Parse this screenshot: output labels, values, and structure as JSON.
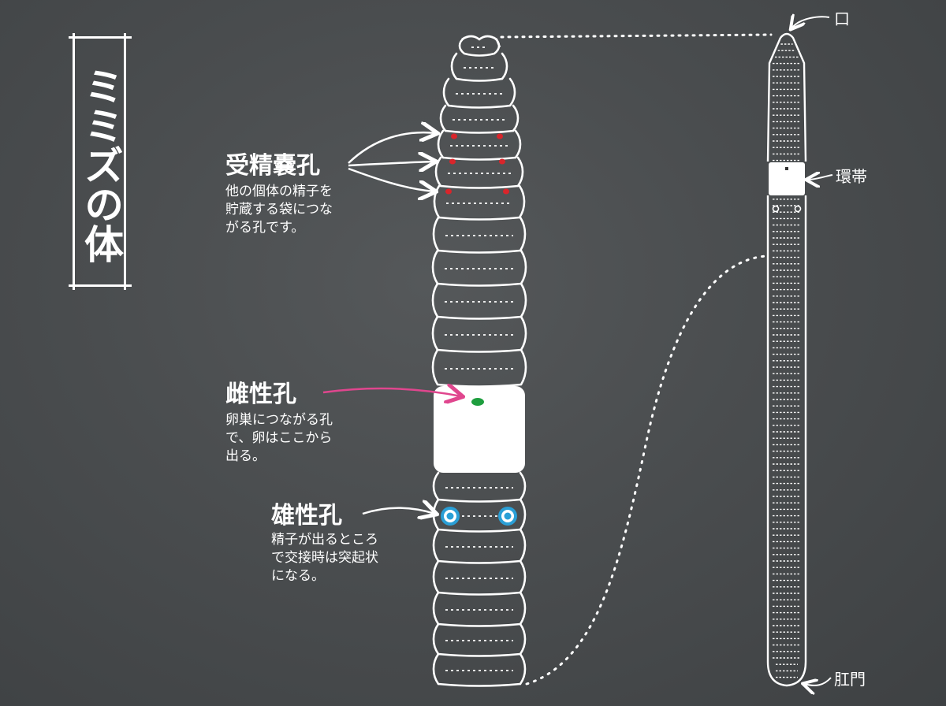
{
  "title": "ミミズの体",
  "labels": {
    "spermatheca": {
      "name": "受精嚢孔",
      "description": "他の個体の精子を\n貯蔵する袋につな\nがる孔です。"
    },
    "female_pore": {
      "name": "雌性孔",
      "description": "卵巣につながる孔\nで、卵はここから\n出る。"
    },
    "male_pore": {
      "name": "雄性孔",
      "description": "精子が出るところ\nで交接時は突起状\nになる。"
    },
    "mouth": "口",
    "clitellum": "環帯",
    "anus": "肛門"
  },
  "colors": {
    "background": "#4a4d4f",
    "chalk": "#ffffff",
    "spermatheca_dot": "#d9252b",
    "female_dot": "#1e9e3e",
    "female_arrow": "#e0468e",
    "male_ring": "#2a9fd6"
  }
}
